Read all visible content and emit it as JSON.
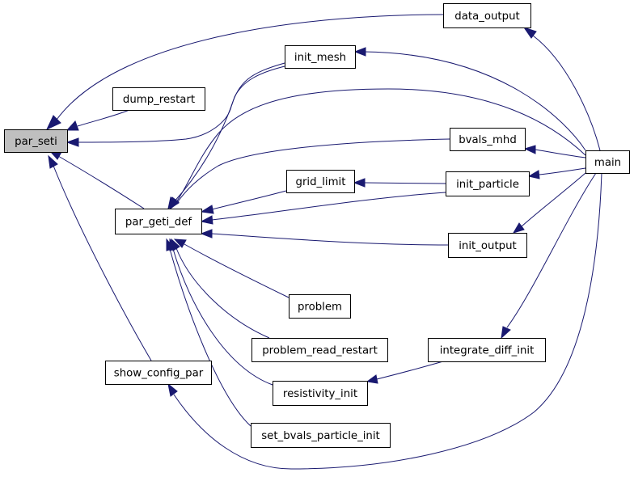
{
  "graph": {
    "title": "",
    "colors": {
      "edge": "#191970",
      "focus_fill": "#bfbfbf",
      "node_fill": "#ffffff",
      "node_border": "#000000"
    },
    "nodes": {
      "par_seti": {
        "label": "par_seti",
        "focus": true
      },
      "data_output": {
        "label": "data_output"
      },
      "init_mesh": {
        "label": "init_mesh"
      },
      "dump_restart": {
        "label": "dump_restart"
      },
      "par_geti_def": {
        "label": "par_geti_def"
      },
      "show_config_par": {
        "label": "show_config_par"
      },
      "bvals_mhd": {
        "label": "bvals_mhd"
      },
      "grid_limit": {
        "label": "grid_limit"
      },
      "init_particle": {
        "label": "init_particle"
      },
      "init_output": {
        "label": "init_output"
      },
      "main": {
        "label": "main"
      },
      "problem": {
        "label": "problem"
      },
      "problem_read_restart": {
        "label": "problem_read_restart"
      },
      "integrate_diff_init": {
        "label": "integrate_diff_init"
      },
      "resistivity_init": {
        "label": "resistivity_init"
      },
      "set_bvals_particle_init": {
        "label": "set_bvals_particle_init"
      }
    },
    "edges": [
      {
        "from": "par_seti",
        "to": "data_output"
      },
      {
        "from": "par_seti",
        "to": "dump_restart"
      },
      {
        "from": "par_seti",
        "to": "init_mesh"
      },
      {
        "from": "par_seti",
        "to": "par_geti_def"
      },
      {
        "from": "par_seti",
        "to": "show_config_par"
      },
      {
        "from": "data_output",
        "to": "main"
      },
      {
        "from": "init_mesh",
        "to": "main"
      },
      {
        "from": "par_geti_def",
        "to": "init_mesh"
      },
      {
        "from": "par_geti_def",
        "to": "main"
      },
      {
        "from": "par_geti_def",
        "to": "bvals_mhd"
      },
      {
        "from": "par_geti_def",
        "to": "grid_limit"
      },
      {
        "from": "par_geti_def",
        "to": "init_particle"
      },
      {
        "from": "par_geti_def",
        "to": "init_output"
      },
      {
        "from": "par_geti_def",
        "to": "problem"
      },
      {
        "from": "par_geti_def",
        "to": "problem_read_restart"
      },
      {
        "from": "par_geti_def",
        "to": "resistivity_init"
      },
      {
        "from": "par_geti_def",
        "to": "set_bvals_particle_init"
      },
      {
        "from": "bvals_mhd",
        "to": "main"
      },
      {
        "from": "grid_limit",
        "to": "init_particle"
      },
      {
        "from": "init_particle",
        "to": "main"
      },
      {
        "from": "init_output",
        "to": "main"
      },
      {
        "from": "integrate_diff_init",
        "to": "main"
      },
      {
        "from": "resistivity_init",
        "to": "integrate_diff_init"
      },
      {
        "from": "show_config_par",
        "to": "main"
      }
    ]
  }
}
